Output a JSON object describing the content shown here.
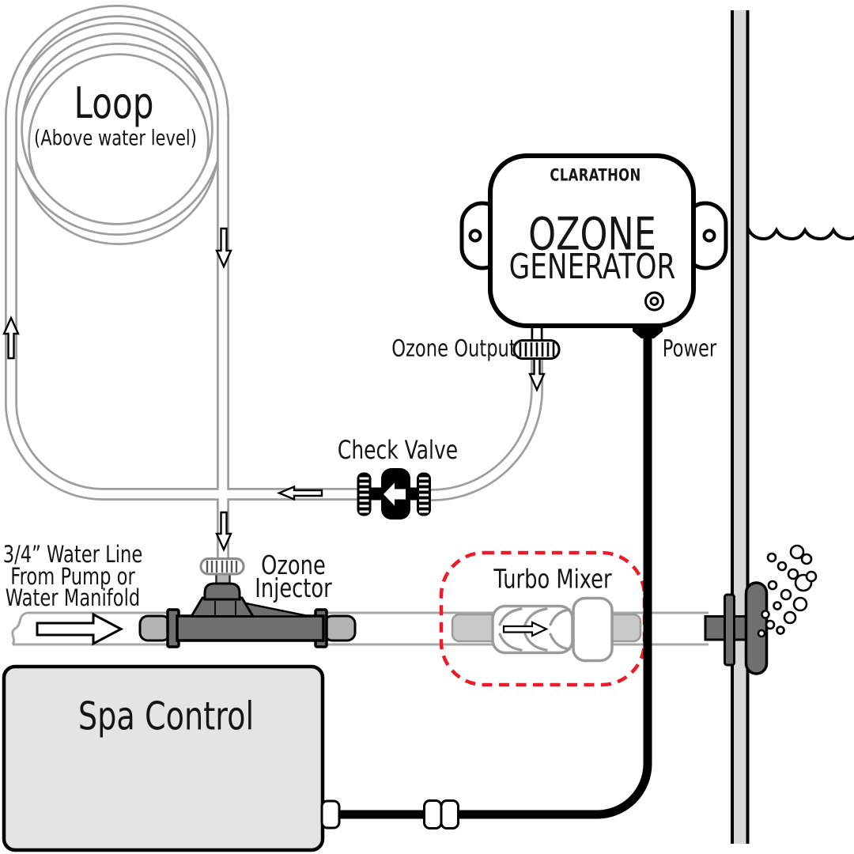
{
  "diagram": {
    "loop": {
      "title": "Loop",
      "subtitle": "(Above water level)"
    },
    "generator": {
      "brand": "CLARATHON",
      "name_line1": "OZONE",
      "name_line2": "GENERATOR"
    },
    "ports": {
      "ozone_output": "Ozone Output",
      "power": "Power"
    },
    "check_valve": {
      "label": "Check Valve"
    },
    "water_line": {
      "line1": "3/4” Water Line",
      "line2": "From Pump or",
      "line3": "Water Manifold"
    },
    "injector": {
      "line1": "Ozone",
      "line2": "Injector"
    },
    "turbo_mixer": {
      "label": "Turbo Mixer"
    },
    "spa_control": {
      "label": "Spa Control"
    },
    "colors": {
      "tube_gray": "#9e9e9e",
      "pipe_outline_gray": "#a6a6a6",
      "fitting_dark": "#6f6f6f",
      "fitting_light": "#b4b4b4",
      "sleeve_gray": "#c9c9c9",
      "panel_gray": "#e4e4e4",
      "wall_gray": "#d7d7d7",
      "highlight_red": "#ea1c2c",
      "ink_black": "#000000"
    }
  }
}
